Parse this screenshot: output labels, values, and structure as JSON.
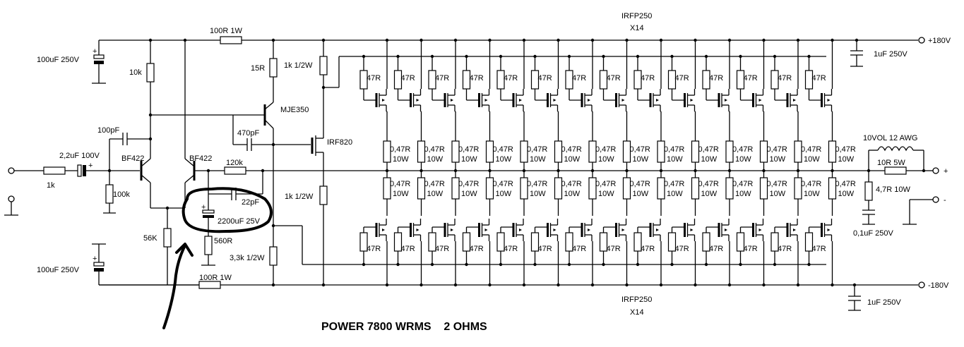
{
  "title": "POWER 7800 WRMS    2 OHMS",
  "rails": {
    "pos": "+180V",
    "neg": "-180V"
  },
  "outputs": {
    "plus": "+",
    "minus": "-"
  },
  "top_bank": {
    "part": "IRFP250",
    "count": "X14",
    "gate_r": "47R"
  },
  "bottom_bank": {
    "part": "IRFP250",
    "count": "X14",
    "gate_r": "47R"
  },
  "emitter_r": {
    "value": "0,47R",
    "power": "10W"
  },
  "labels": {
    "c_in_pos": "100uF 250V",
    "c_in_neg": "100uF 250V",
    "r_top_1w": "100R 1W",
    "r_bot_1w": "100R 1W",
    "r_10k": "10k",
    "r_15r": "15R",
    "q_mje350": "MJE350",
    "r_1k_half_top": "1k 1/2W",
    "r_1k_half_bot": "1k 1/2W",
    "c_100pf": "100pF",
    "c_470pf": "470pF",
    "q_irf820": "IRF820",
    "c_input": "2,2uF 100V",
    "q_bf422_a": "BF422",
    "q_bf422_b": "BF422",
    "r_120k": "120k",
    "r_1k_in": "1k",
    "r_100k": "100k",
    "c_22pf": "22pF",
    "c_2200uf": "2200uF 25V",
    "r_56k": "56K",
    "r_560r": "560R",
    "r_3k3": "3,3k 1/2W",
    "c_rail_pos": "1uF 250V",
    "c_rail_neg": "1uF 250V",
    "coil": "10VOL 12 AWG",
    "r_10r5w": "10R 5W",
    "r_4r7": "4,7R 10W",
    "c_zobel": "0,1uF 250V"
  }
}
